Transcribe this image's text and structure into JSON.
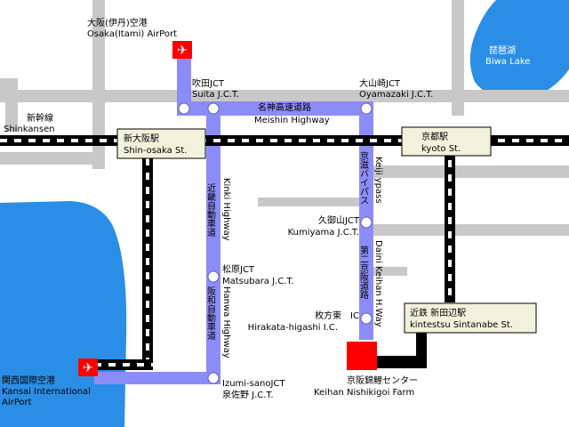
{
  "colors": {
    "water": "#2a8ee6",
    "highway": "#8c8cf8",
    "roads": "#c8c8c8",
    "rail": "#000000",
    "station_box": "#f2f2dc",
    "farm": "#ff0000",
    "airport": "#ff0000"
  },
  "lake": {
    "name_jp": "琵琶湖",
    "name_en": "Biwa Lake"
  },
  "itami": {
    "name_jp": "大阪(伊丹)空港",
    "name_en": "Osaka(Itami) AirPort"
  },
  "kansai": {
    "name_jp": "関西国際空港",
    "name_en_1": "Kansai International",
    "name_en_2": "AirPort"
  },
  "shinkansen": {
    "jp": "新幹線",
    "en": "Shinkansen"
  },
  "stations": {
    "shinosaka": {
      "jp": "新大阪駅",
      "en": "Shin-osaka St."
    },
    "kyoto": {
      "jp": "京都駅",
      "en": "kyoto St."
    },
    "shintanabe": {
      "jp": "近鉄 新田辺駅",
      "en": "kintestsu Sintanabe St."
    }
  },
  "jct": {
    "suita": {
      "jp": "吹田JCT",
      "en": "Suita J.C.T."
    },
    "oyamazaki": {
      "jp": "大山崎JCT",
      "en": "Oyamazaki J.C.T."
    },
    "kumiyama": {
      "jp": "久御山JCT",
      "en": "Kumiyama J.C.T."
    },
    "matsubara": {
      "jp": "松原JCT",
      "en": "Matsubara J.C.T."
    },
    "hirakata": {
      "jp": "枚方東　IC",
      "en": "Hirakata-higashi I.C."
    },
    "izumisano": {
      "en": "Izumi-sanoJCT",
      "jp": "泉佐野 J.C.T."
    }
  },
  "highways": {
    "meishin": {
      "jp": "名神高速道路",
      "en": "Meishin Highway"
    },
    "kinki": {
      "jp": "近畿自動車道",
      "en": "Kinki Highway"
    },
    "hanwa": {
      "jp": "阪和自動車道",
      "en": "Hanwa Highway"
    },
    "keiji": {
      "jp": "京滋バイパス",
      "en": "Keiji ypass"
    },
    "daini": {
      "jp": "第二京阪道路",
      "en": "Daini Keihan H.Way"
    }
  },
  "farm": {
    "jp": "京阪錦鯉センター",
    "en": "Keihan Nishikigoi Farm"
  }
}
